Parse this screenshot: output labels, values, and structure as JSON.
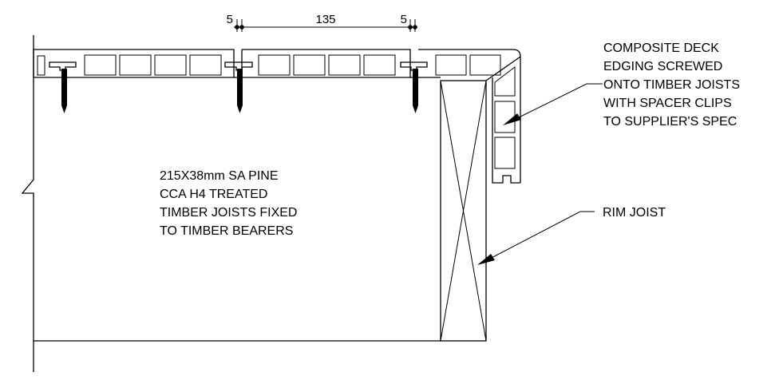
{
  "dimensions": {
    "gap_left": "5",
    "board_width": "135",
    "gap_right": "5"
  },
  "notes": {
    "joist_note": [
      "215X38mm SA PINE",
      "CCA H4 TREATED",
      "TIMBER JOISTS FIXED",
      "TO TIMBER BEARERS"
    ],
    "edging_note": [
      "COMPOSITE DECK",
      "EDGING SCREWED",
      "ONTO TIMBER JOISTS",
      "WITH SPACER CLIPS",
      "TO SUPPLIER'S SPEC"
    ],
    "rim_note": "RIM JOIST"
  }
}
